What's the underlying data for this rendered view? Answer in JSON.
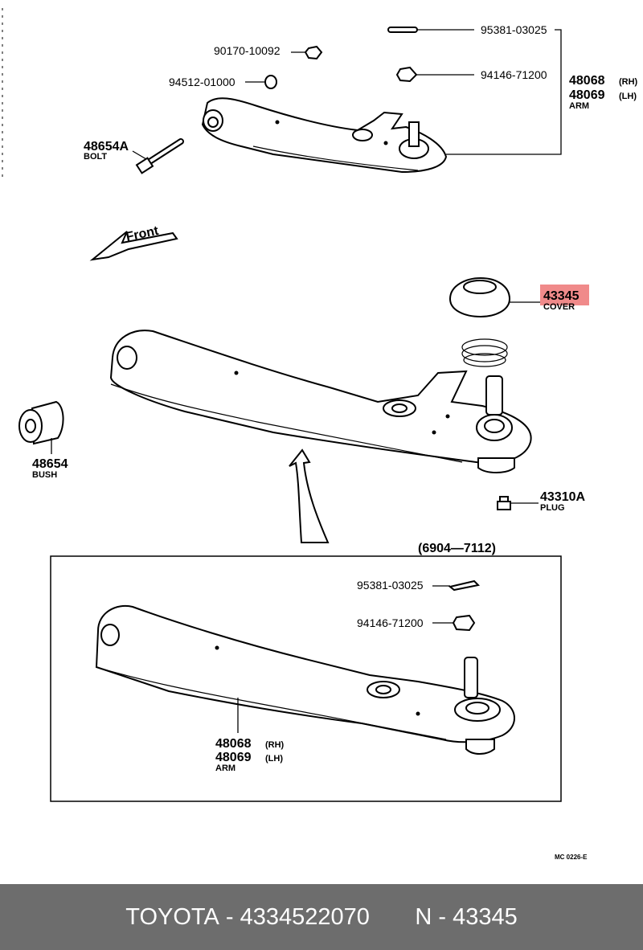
{
  "diagram": {
    "part_95381_top": "95381-03025",
    "part_90170": "90170-10092",
    "part_94146_top": "94146-71200",
    "part_94512": "94512-01000",
    "arm_rh_number": "48068",
    "arm_rh_side": "(RH)",
    "arm_lh_number": "48069",
    "arm_lh_side": "(LH)",
    "arm_label": "ARM",
    "bolt_number": "48654A",
    "bolt_label": "BOLT",
    "front_label": "Front",
    "cover_number": "43345",
    "cover_label": "COVER",
    "bush_number": "48654",
    "bush_label": "BUSH",
    "plug_number": "43310A",
    "plug_label": "PLUG",
    "inset_date_range": "(6904—7112)",
    "part_95381_inset": "95381-03025",
    "part_94146_inset": "94146-71200",
    "inset_arm_rh_number": "48068",
    "inset_arm_rh_side": "(RH)",
    "inset_arm_lh_number": "48069",
    "inset_arm_lh_side": "(LH)",
    "inset_arm_label": "ARM",
    "catalog_code": "MC 0226-E",
    "highlight_color": "#f08a8a"
  },
  "footer": {
    "brand": "TOYOTA",
    "separator1": " - ",
    "part_number": "4334522070",
    "gap": "       ",
    "n_prefix": "N",
    "separator2": " - ",
    "n_number": "43345",
    "background": "#6d6d6d"
  }
}
